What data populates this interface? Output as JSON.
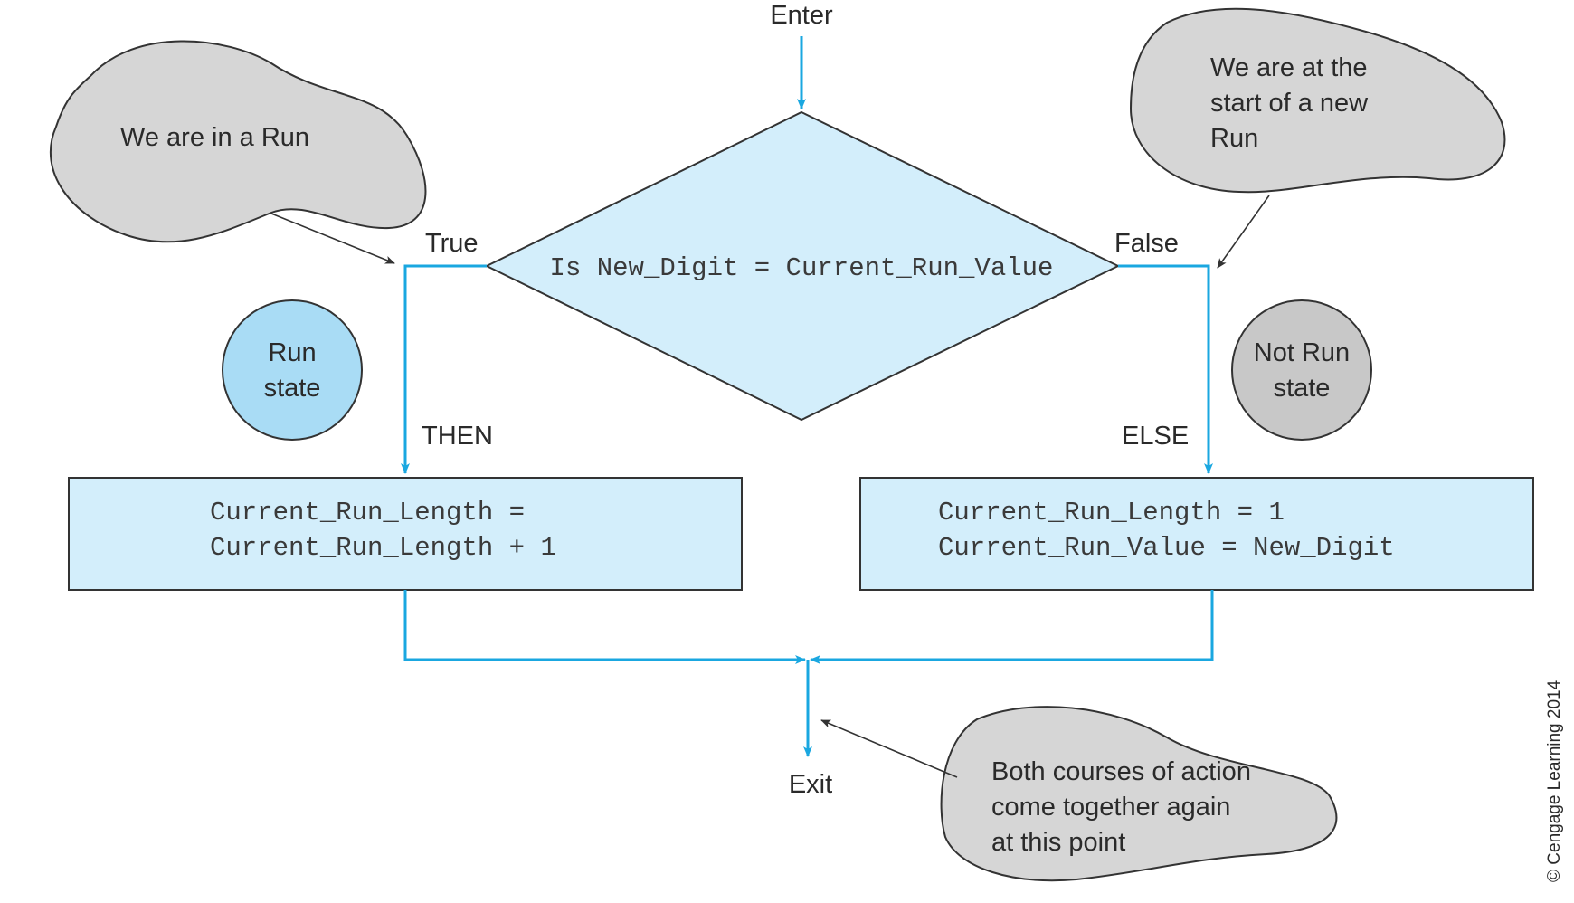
{
  "colors": {
    "flow_line": "#1aa7e0",
    "shape_fill_blue": "#d3eefb",
    "circle_fill_blue": "#a9dcf5",
    "cloud_fill_gray": "#d6d6d6",
    "circle_fill_gray": "#c8c8c8",
    "outline": "#333333"
  },
  "flow": {
    "enter_label": "Enter",
    "exit_label": "Exit",
    "decision": "Is New_Digit = Current_Run_Value",
    "true_label": "True",
    "false_label": "False",
    "then_label": "THEN",
    "else_label": "ELSE",
    "then_box": [
      "Current_Run_Length =",
      "Current_Run_Length + 1"
    ],
    "else_box": [
      "Current_Run_Length = 1",
      "Current_Run_Value = New_Digit"
    ]
  },
  "states": {
    "run": [
      "Run",
      "state"
    ],
    "not_run": [
      "Not Run",
      "state"
    ]
  },
  "callouts": {
    "in_run": [
      "We are in a Run"
    ],
    "new_run": [
      "We are at the",
      "start of a new",
      "Run"
    ],
    "merge": [
      "Both courses of action",
      "come together again",
      "at this point"
    ]
  },
  "copyright": "© Cengage Learning 2014"
}
